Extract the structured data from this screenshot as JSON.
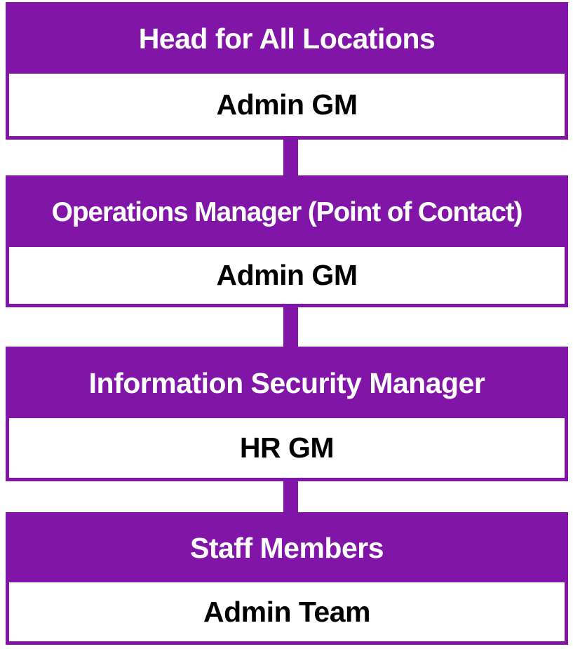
{
  "diagram": {
    "type": "organizational-hierarchy",
    "orientation": "vertical-stack",
    "accent_color": "#8015a8",
    "header_text_color": "#ffffff",
    "body_text_color": "#000000",
    "background_color": "#ffffff",
    "nodes": [
      {
        "id": "head-for-all-locations",
        "title": "Head for All Locations",
        "role": "Admin GM",
        "level": 1
      },
      {
        "id": "operations-manager",
        "title": "Operations Manager (Point of Contact)",
        "role": "Admin GM",
        "level": 2
      },
      {
        "id": "information-security-manager",
        "title": "Information Security Manager",
        "role": "HR GM",
        "level": 3
      },
      {
        "id": "staff-members",
        "title": "Staff Members",
        "role": "Admin Team",
        "level": 4
      }
    ],
    "connectors": [
      {
        "from": "head-for-all-locations",
        "to": "operations-manager"
      },
      {
        "from": "operations-manager",
        "to": "information-security-manager"
      },
      {
        "from": "information-security-manager",
        "to": "staff-members"
      }
    ]
  }
}
